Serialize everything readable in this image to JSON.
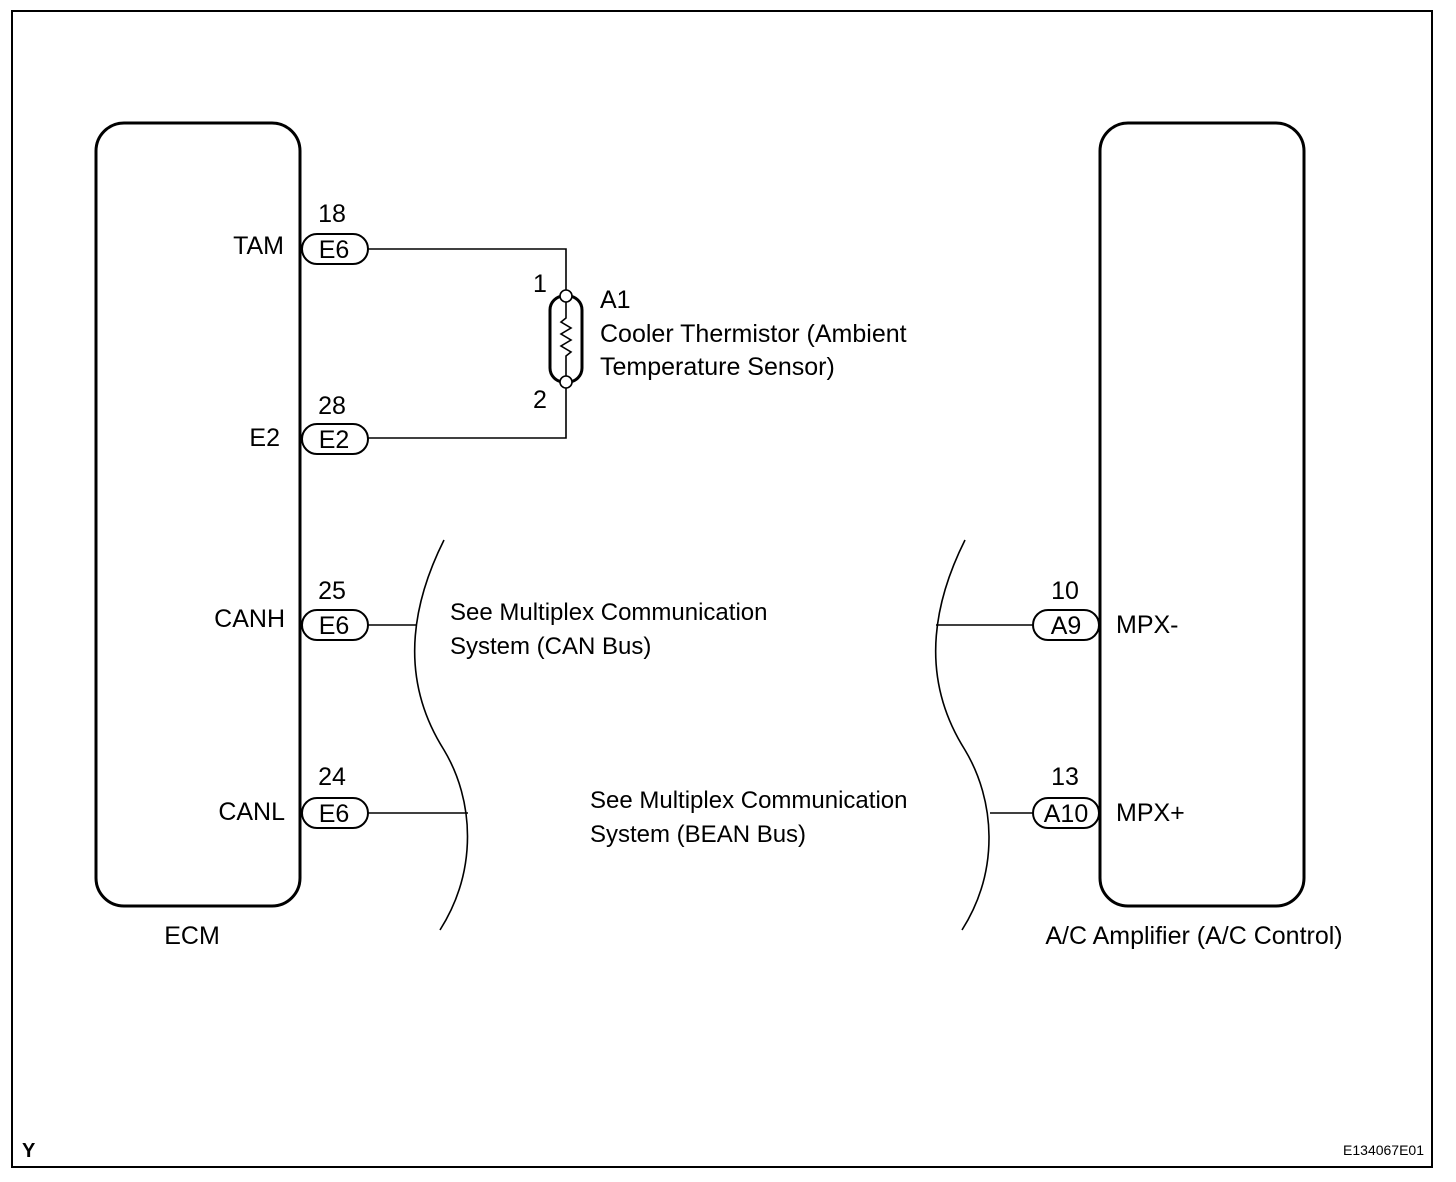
{
  "modules": {
    "ecm": {
      "name": "ECM"
    },
    "amplifier": {
      "name": "A/C Amplifier (A/C Control)"
    }
  },
  "ecm_pins": [
    {
      "signal": "TAM",
      "pin": "18",
      "connector": "E6"
    },
    {
      "signal": "E2",
      "pin": "28",
      "connector": "E2"
    },
    {
      "signal": "CANH",
      "pin": "25",
      "connector": "E6"
    },
    {
      "signal": "CANL",
      "pin": "24",
      "connector": "E6"
    }
  ],
  "amplifier_pins": [
    {
      "signal": "MPX-",
      "pin": "10",
      "connector": "A9"
    },
    {
      "signal": "MPX+",
      "pin": "13",
      "connector": "A10"
    }
  ],
  "sensor": {
    "id": "A1",
    "name_line1": "Cooler Thermistor (Ambient",
    "name_line2": "Temperature Sensor)",
    "pin_top": "1",
    "pin_bottom": "2"
  },
  "notes": {
    "can_line1": "See Multiplex Communication",
    "can_line2": "System (CAN Bus)",
    "bean_line1": "See Multiplex Communication",
    "bean_line2": "System (BEAN Bus)"
  },
  "corner_mark": "Y",
  "figure_code": "E134067E01"
}
